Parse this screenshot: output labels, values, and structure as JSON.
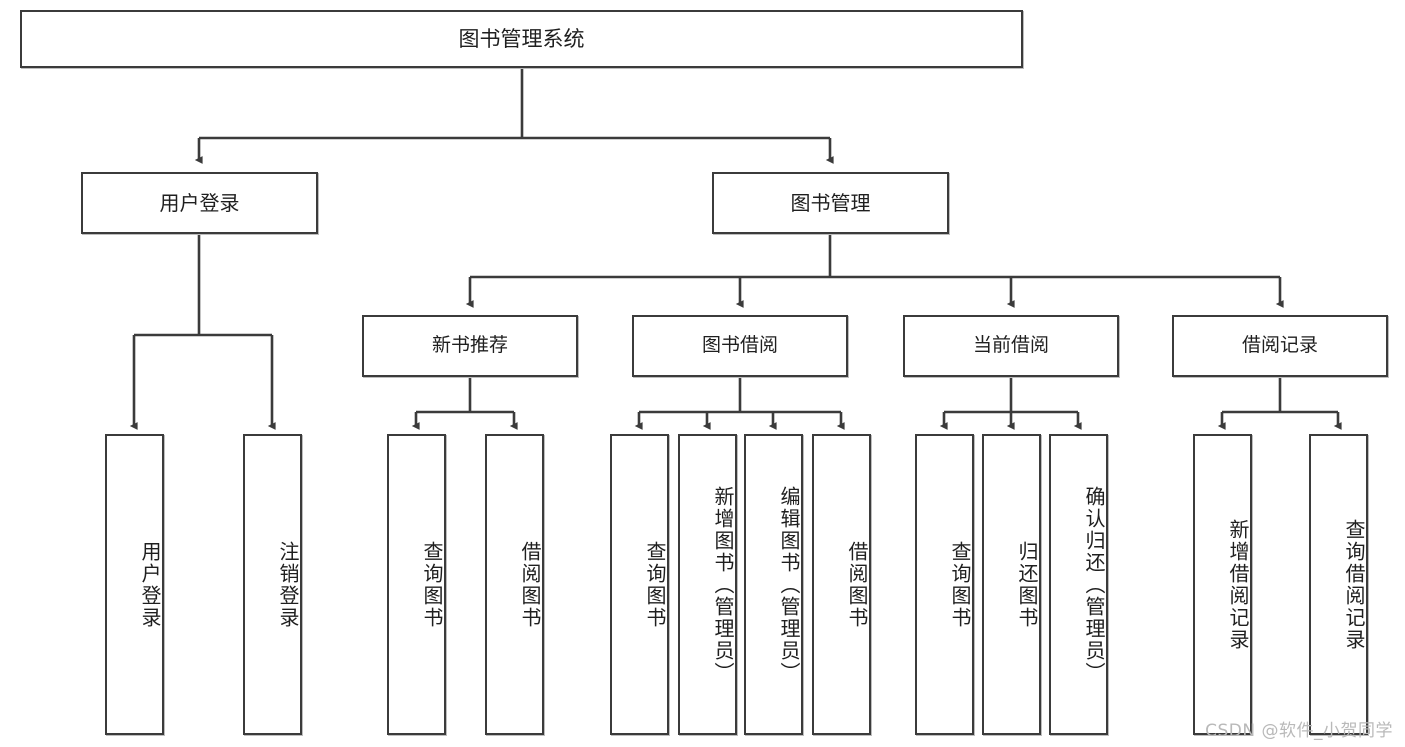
{
  "diagram": {
    "title": "图书管理系统",
    "type": "tree",
    "watermark": "CSDN @软件_小贺同学",
    "colors": {
      "border": "#3b3b3b",
      "background": "#ffffff",
      "text": "#1f1f1f",
      "connector": "#3b3b3b",
      "watermark": "#b9b9b9"
    },
    "root": {
      "label": "图书管理系统"
    },
    "level2": [
      {
        "label": "用户登录"
      },
      {
        "label": "图书管理"
      }
    ],
    "level3": [
      {
        "label": "新书推荐"
      },
      {
        "label": "图书借阅"
      },
      {
        "label": "当前借阅"
      },
      {
        "label": "借阅记录"
      }
    ],
    "leaves": {
      "user_login": [
        {
          "label": "用户登录"
        },
        {
          "label": "注销登录"
        }
      ],
      "new_book_recommend": [
        {
          "label": "查询图书"
        },
        {
          "label": "借阅图书"
        }
      ],
      "book_borrow": [
        {
          "label": "查询图书"
        },
        {
          "label": "新增图书（管理员）"
        },
        {
          "label": "编辑图书（管理员）"
        },
        {
          "label": "借阅图书"
        }
      ],
      "current_borrow": [
        {
          "label": "查询图书"
        },
        {
          "label": "归还图书"
        },
        {
          "label": "确认归还（管理员）"
        }
      ],
      "borrow_record": [
        {
          "label": "新增借阅记录"
        },
        {
          "label": "查询借阅记录"
        }
      ]
    }
  }
}
